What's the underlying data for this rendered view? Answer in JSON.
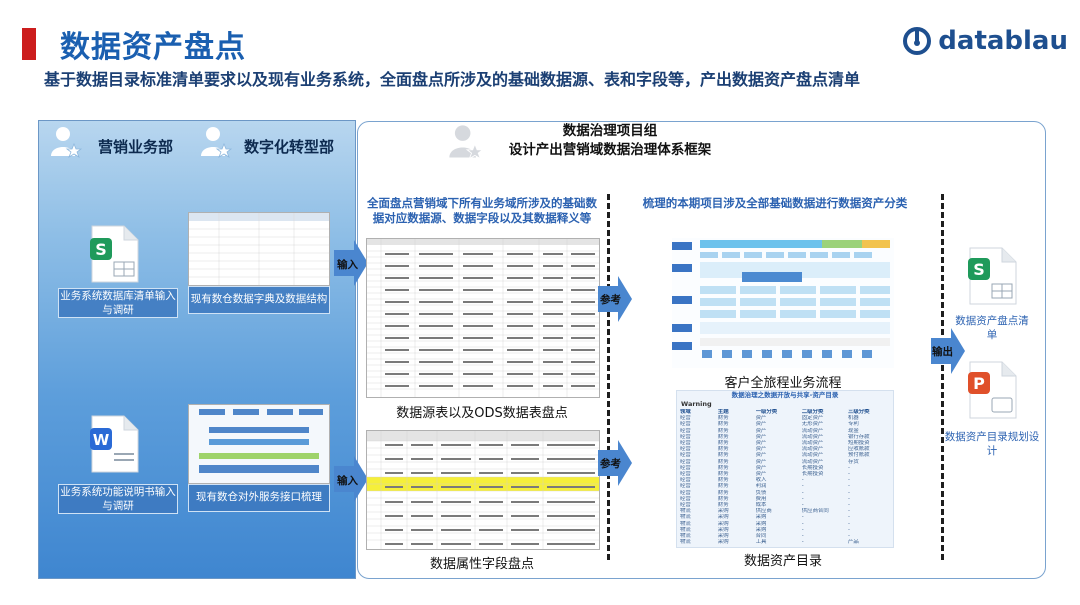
{
  "header": {
    "title": "数据资产盘点",
    "subtitle": "基于数据目录标准清单要求以及现有业务系统，全面盘点所涉及的基础数据源、表和字段等，产出数据资产盘点清单",
    "logo_text": "datablau"
  },
  "left_panel": {
    "dept1": "营销业务部",
    "dept2": "数字化转型部",
    "items": [
      {
        "caption": "业务系统数据库清单输入与调研"
      },
      {
        "caption": "现有数仓数据字典及数据结构"
      },
      {
        "caption": "业务系统功能说明书输入与调研"
      },
      {
        "caption": "现有数仓对外服务接口梳理"
      }
    ]
  },
  "main_panel": {
    "group_title_line1": "数据治理项目组",
    "group_title_line2": "设计产出营销域数据治理体系框架",
    "col1_heading": "全面盘点营销域下所有业务域所涉及的基础数据对应数据源、数据字段以及其数据释义等",
    "col1_caption1": "数据源表以及ODS数据表盘点",
    "col1_caption2": "数据属性字段盘点",
    "col2_heading": "梳理的本期项目涉及全部基础数据进行数据资产分类",
    "col2_caption1": "客户全旅程业务流程",
    "col2_caption2": "数据资产目录",
    "catalog_title": "数据治理之数据开放与共享-资产目录",
    "catalog_warning": "Warning",
    "catalog_headers": [
      "领域",
      "主题",
      "一级分类",
      "二级分类",
      "三级分类"
    ],
    "catalog_rows": [
      [
        "经营",
        "财务",
        "资产",
        "固定资产",
        "机器"
      ],
      [
        "经营",
        "财务",
        "资产",
        "无形资产",
        "专利"
      ],
      [
        "经营",
        "财务",
        "资产",
        "流动资产",
        "现金"
      ],
      [
        "经营",
        "财务",
        "资产",
        "流动资产",
        "银行存款"
      ],
      [
        "经营",
        "财务",
        "资产",
        "流动资产",
        "短期投资"
      ],
      [
        "经营",
        "财务",
        "资产",
        "流动资产",
        "应收账款"
      ],
      [
        "经营",
        "财务",
        "资产",
        "流动资产",
        "预付账款"
      ],
      [
        "经营",
        "财务",
        "资产",
        "流动资产",
        "存货"
      ],
      [
        "经营",
        "财务",
        "资产",
        "长期投资",
        "-"
      ],
      [
        "经营",
        "财务",
        "资产",
        "长期投资",
        "-"
      ],
      [
        "经营",
        "财务",
        "收入",
        "-",
        "-"
      ],
      [
        "经营",
        "财务",
        "利润",
        "-",
        "-"
      ],
      [
        "经营",
        "财务",
        "负债",
        "-",
        "-"
      ],
      [
        "经营",
        "财务",
        "费用",
        "-",
        "-"
      ],
      [
        "经营",
        "财务",
        "成本",
        "-",
        "-"
      ],
      [
        "物流",
        "采购",
        "供应商",
        "供应商合同",
        "-"
      ],
      [
        "物流",
        "采购",
        "采购",
        "-",
        "-"
      ],
      [
        "物流",
        "采购",
        "采购",
        "-",
        "-"
      ],
      [
        "物流",
        "采购",
        "采购",
        "-",
        "-"
      ],
      [
        "物流",
        "采购",
        "合同",
        "-",
        "-"
      ],
      [
        "物流",
        "采购",
        "工具",
        "-",
        "产品"
      ]
    ],
    "arrows": {
      "input1": "输入",
      "input2": "输入",
      "ref1": "参考",
      "ref2": "参考",
      "output": "输出"
    }
  },
  "outputs": {
    "item1": "数据资产盘点清单",
    "item2": "数据资产目录规划设计"
  },
  "colors": {
    "title_blue": "#1a5fb0",
    "accent_red": "#cc1d1d",
    "arrow_blue": "#4a86cf",
    "highlight_yellow": "#f5ef3a",
    "ppt_orange": "#e0502a",
    "sheet_green": "#1f9a5b",
    "word_blue": "#2a6ad6"
  }
}
